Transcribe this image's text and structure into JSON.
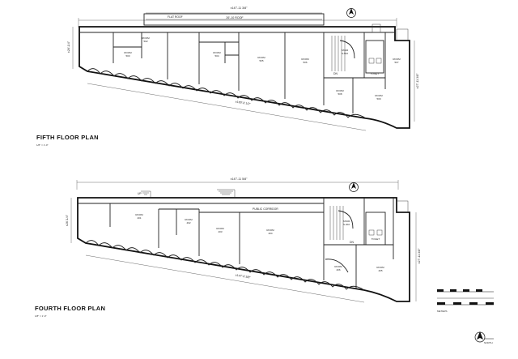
{
  "fifth_floor": {
    "title": "FIFTH FLOOR PLAN",
    "scale_note": "1/8\" = 1'-0\"",
    "top_dim": "±147'-11 3/8\"",
    "roof_dim": "26'-10 ROOF",
    "roof_label": "FLAT ROOF",
    "bottom_dim": "±160'-8 1/2\"",
    "left_dim": "±26'-1/4\"",
    "right_dim": "±27'-11 3/8\"",
    "rooms": [
      {
        "name": "ROOM",
        "number": "502"
      },
      {
        "name": "ROOM",
        "number": "503"
      },
      {
        "name": "ROOM",
        "number": "504"
      },
      {
        "name": "ROOM",
        "number": "505"
      },
      {
        "name": "ROOM",
        "number": "506"
      },
      {
        "name": "ROOM",
        "number": "507"
      },
      {
        "name": "ROOM",
        "number": "508"
      },
      {
        "name": "ROOM",
        "number": "509"
      }
    ],
    "stair": {
      "name": "STAIR",
      "number": "S-502"
    },
    "dn_label": "DN",
    "toilet_label": "TOILET"
  },
  "fourth_floor": {
    "title": "FOURTH FLOOR PLAN",
    "scale_note": "1/8\" = 1'-0\"",
    "top_dim": "±147'-11 5/8\"",
    "bottom_dim": "±147'-8 3/8\"",
    "left_dim": "±26'-1/4\"",
    "right_dim": "±27'-11 3/8\"",
    "corridor_label": "PUBLIC CORRIDOR",
    "up_label": "UP",
    "rooms": [
      {
        "name": "ROOM",
        "number": "401"
      },
      {
        "name": "ROOM",
        "number": "402"
      },
      {
        "name": "ROOM",
        "number": "403"
      },
      {
        "name": "ROOM",
        "number": "404"
      },
      {
        "name": "ROOM",
        "number": "405"
      },
      {
        "name": "ROOM",
        "number": "406"
      }
    ],
    "stair": {
      "name": "STAIR",
      "number": "S-402"
    },
    "dn_label": "DN",
    "toilet_label": "TOILET"
  },
  "legend": {
    "units_label": "METERS",
    "north_label": "NORTH",
    "north_icon": "north-arrow-icon"
  }
}
